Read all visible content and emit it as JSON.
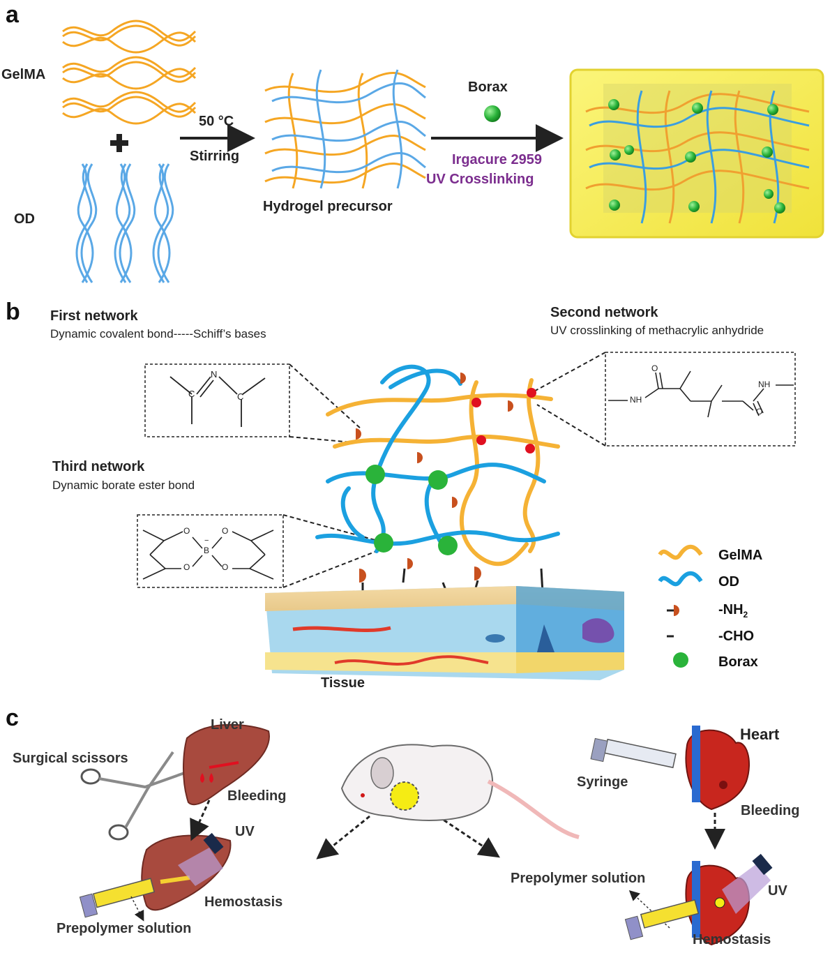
{
  "panel_a": {
    "letter": "a",
    "gelma": "GelMA",
    "od": "OD",
    "plus": "+",
    "temp": "50 °C",
    "stirring": "Stirring",
    "precursor": "Hydrogel precursor",
    "borax": "Borax",
    "irgacure": "Irgacure 2959",
    "uv_cross": "UV Crosslinking"
  },
  "panel_b": {
    "letter": "b",
    "first_title": "First network",
    "first_sub": "Dynamic covalent bond-----Schiff’s bases",
    "second_title": "Second network",
    "second_sub": "UV crosslinking of methacrylic anhydride",
    "third_title": "Third network",
    "third_sub": "Dynamic borate ester bond",
    "tissue": "Tissue",
    "chem_N": "N",
    "chem_C": "C",
    "chem_O": "O",
    "chem_NH": "NH",
    "chem_B": "B",
    "chem_minus": "−",
    "legend": [
      {
        "label": "GelMA"
      },
      {
        "label": "OD"
      },
      {
        "label": "-NH",
        "sub": "2"
      },
      {
        "label": "-CHO"
      },
      {
        "label": "Borax"
      }
    ]
  },
  "panel_c": {
    "letter": "c",
    "liver": "Liver",
    "scissors": "Surgical scissors",
    "bleeding_left": "Bleeding",
    "uv_left": "UV",
    "hemostasis_left": "Hemostasis",
    "prepolymer_left": "Prepolymer solution",
    "heart": "Heart",
    "syringe": "Syringe",
    "bleeding_right": "Bleeding",
    "prepolymer_right": "Prepolymer solution",
    "uv_right": "UV",
    "hemostasis_right": "Hemostasis"
  },
  "colors": {
    "gelma": "#f5a623",
    "od": "#1ea0e0",
    "amine": "#c8501e",
    "aldehyde": "#7a1a8c",
    "borax": "#2ab33a",
    "crosslink": "#e01020",
    "purple_text": "#7b2d8e",
    "hydrogel": "#f7ef5a",
    "liver": "#a84a3e"
  }
}
